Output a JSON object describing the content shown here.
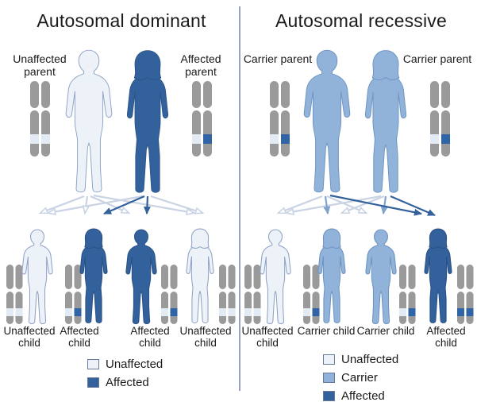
{
  "colors": {
    "background": "#ffffff",
    "text": "#1b1b1b",
    "divider": "#9aa3bd",
    "unaffected": "#edf2f9",
    "unaffected_outline": "#8fa3c6",
    "carrier": "#92b3d9",
    "carrier_outline": "#6d94c3",
    "affected": "#33619c",
    "affected_outline": "#2a5286",
    "chromosome": "#9a9a9a",
    "band_light": "#e2eaf4",
    "band_blue": "#2f64a6",
    "arrow_light": "#c9d3e4",
    "arrow_medium": "#7fa3cf"
  },
  "panels": {
    "dominant": {
      "title": "Autosomal dominant",
      "father_label": "Unaffected parent",
      "mother_label": "Affected parent",
      "father_alleles": [
        "normal",
        "normal"
      ],
      "mother_alleles": [
        "normal",
        "mutant"
      ],
      "children": [
        {
          "label": "Unaffected child",
          "status": "unaffected",
          "alleles": [
            "normal",
            "normal"
          ]
        },
        {
          "label": "Affected child",
          "status": "affected",
          "alleles": [
            "normal",
            "mutant"
          ]
        },
        {
          "label": "Affected child",
          "status": "affected",
          "alleles": [
            "normal",
            "mutant"
          ]
        },
        {
          "label": "Unaffected child",
          "status": "unaffected",
          "alleles": [
            "normal",
            "normal"
          ]
        }
      ],
      "legend": [
        {
          "label": "Unaffected"
        },
        {
          "label": "Affected"
        }
      ]
    },
    "recessive": {
      "title": "Autosomal recessive",
      "father_label": "Carrier parent",
      "mother_label": "Carrier parent",
      "father_alleles": [
        "normal",
        "mutant"
      ],
      "mother_alleles": [
        "normal",
        "mutant"
      ],
      "children": [
        {
          "label": "Unaffected child",
          "status": "unaffected",
          "alleles": [
            "normal",
            "normal"
          ]
        },
        {
          "label": "Carrier child",
          "status": "carrier",
          "alleles": [
            "normal",
            "mutant"
          ]
        },
        {
          "label": "Carrier child",
          "status": "carrier",
          "alleles": [
            "normal",
            "mutant"
          ]
        },
        {
          "label": "Affected child",
          "status": "affected",
          "alleles": [
            "mutant",
            "mutant"
          ]
        }
      ],
      "legend": [
        {
          "label": "Unaffected"
        },
        {
          "label": "Carrier"
        },
        {
          "label": "Affected"
        }
      ]
    }
  }
}
